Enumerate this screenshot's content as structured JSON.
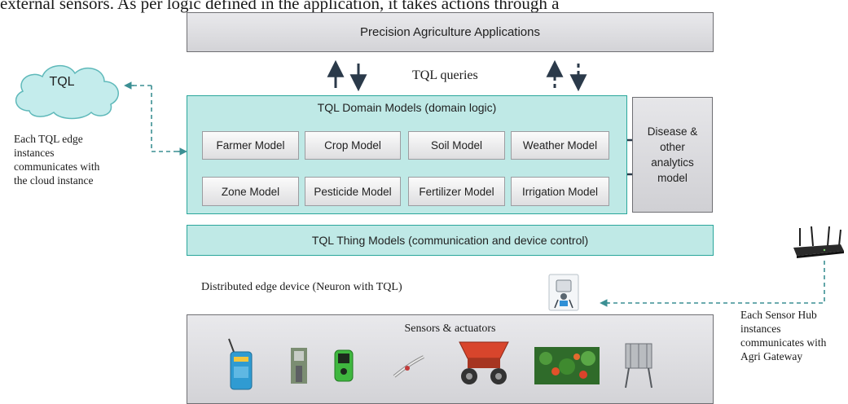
{
  "top_text": "external sensors. As per logic defined in the application, it takes actions through a",
  "applications": {
    "title": "Precision Agriculture Applications"
  },
  "queries_label": "TQL queries",
  "cloud": {
    "label": "TQL"
  },
  "cloud_note": {
    "lines": [
      "Each TQL edge",
      "instances",
      "communicates with",
      "the cloud instance"
    ]
  },
  "domain": {
    "title": "TQL Domain Models (domain logic)",
    "models": [
      "Farmer Model",
      "Crop Model",
      "Soil Model",
      "Weather Model",
      "Zone Model",
      "Pesticide Model",
      "Fertilizer Model",
      "Irrigation Model"
    ]
  },
  "analytics": {
    "lines": [
      "Disease &",
      "other",
      "analytics",
      "model"
    ]
  },
  "thing_models": {
    "title": "TQL Thing Models (communication and device control)"
  },
  "edge_device_label": "Distributed edge device (Neuron with TQL)",
  "sensors": {
    "title": "Sensors & actuators"
  },
  "hub_note": {
    "lines": [
      "Each Sensor Hub",
      "instances",
      "communicates with",
      "Agri Gateway"
    ]
  },
  "colors": {
    "teal_fill": "#bfe9e6",
    "teal_border": "#2aa69b",
    "cloud_fill": "#c4ecec",
    "arrow": "#2b3a4a"
  }
}
